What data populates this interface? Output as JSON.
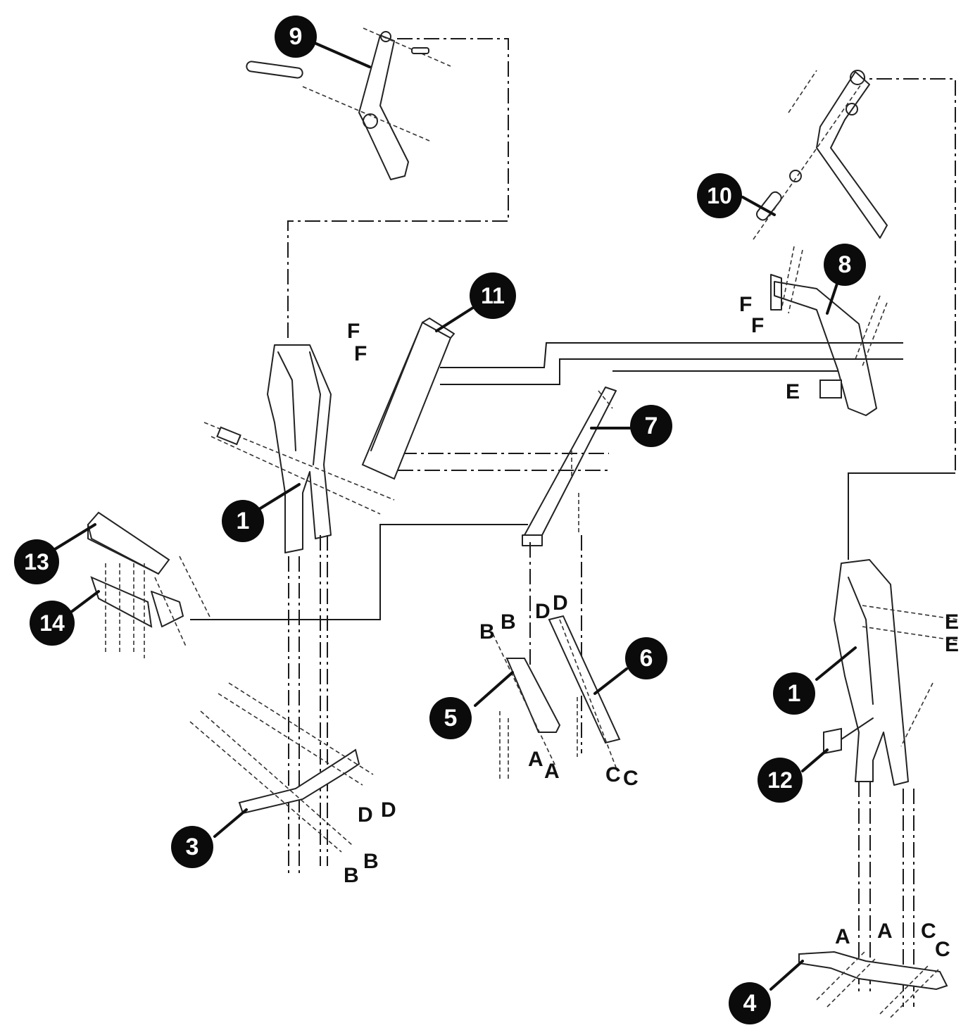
{
  "callouts": [
    "1",
    "1",
    "3",
    "4",
    "5",
    "6",
    "7",
    "8",
    "9",
    "10",
    "11",
    "12",
    "13",
    "14"
  ],
  "letters": [
    "F",
    "F",
    "F",
    "F",
    "E",
    "E",
    "E",
    "B",
    "B",
    "D",
    "D",
    "A",
    "A",
    "C",
    "C",
    "D",
    "D",
    "B",
    "B",
    "A",
    "A",
    "C",
    "C"
  ],
  "colors": {
    "ink": "#111111",
    "badge": "#0b0b0b",
    "paper": "#ffffff"
  }
}
